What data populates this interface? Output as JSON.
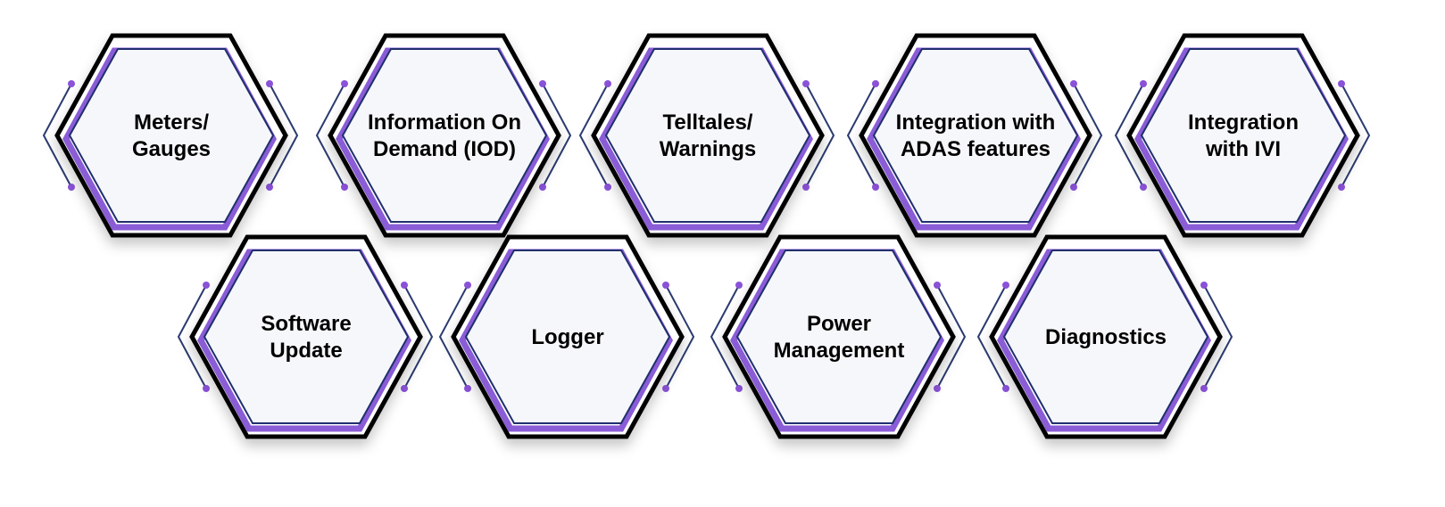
{
  "colors": {
    "outer_stroke": "#000000",
    "inner_stroke": "#1f2f6e",
    "accent": "#8a5cd6",
    "fill": "#f6f7fa",
    "bracket": "#2a3a70",
    "dot": "#8a52d8"
  },
  "hexagons": [
    {
      "lines": [
        "Meters/",
        "Gauges"
      ]
    },
    {
      "lines": [
        "Information On",
        "Demand (IOD)"
      ]
    },
    {
      "lines": [
        "Telltales/",
        "Warnings"
      ]
    },
    {
      "lines": [
        "Integration with",
        "ADAS features"
      ]
    },
    {
      "lines": [
        "Integration",
        "with IVI"
      ]
    },
    {
      "lines": [
        "Software",
        "Update"
      ]
    },
    {
      "lines": [
        "Logger"
      ]
    },
    {
      "lines": [
        "Power",
        "Management"
      ]
    },
    {
      "lines": [
        "Diagnostics"
      ]
    }
  ]
}
